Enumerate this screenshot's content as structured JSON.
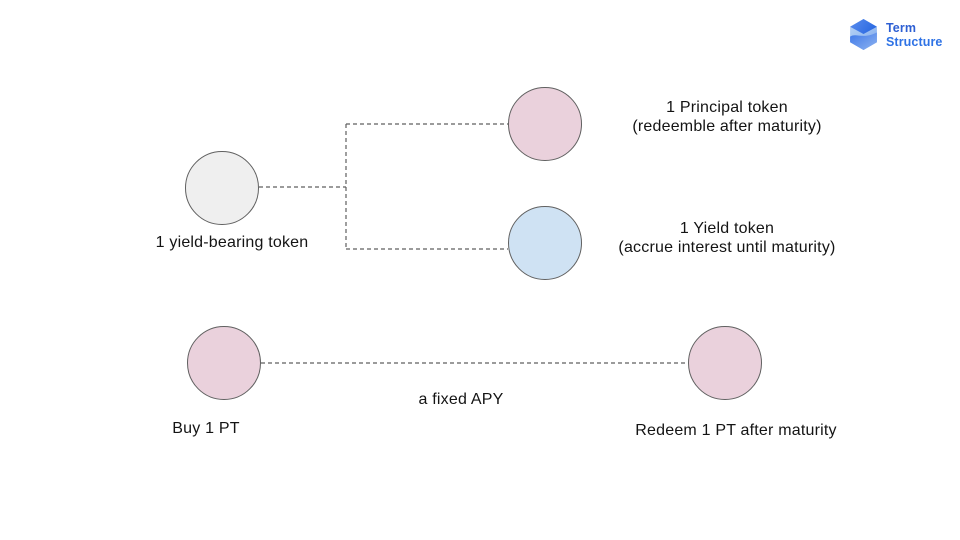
{
  "logo": {
    "name": "Term Structure logo",
    "line1": "Term",
    "line2": "Structure",
    "line1_color": "#2D5FD3",
    "line2_color": "#2E72E5",
    "icon": "cube-hexagon-icon"
  },
  "colors": {
    "background": "#FFFFFF",
    "circle_border": "#606060",
    "connector": "#5F5F5F",
    "text": "#141414",
    "gray_token": "#EFEFEF",
    "pink_token": "#EAD1DC",
    "blue_token": "#CFE2F3"
  },
  "diagram": {
    "split_flow": {
      "source": {
        "label": "1 yield-bearing token",
        "fill": "#EFEFEF"
      },
      "outputs": [
        {
          "title": "1 Principal token",
          "subtitle": "(redeemble after maturity)",
          "fill": "#EAD1DC"
        },
        {
          "title": "1 Yield token",
          "subtitle": "(accrue interest until maturity)",
          "fill": "#CFE2F3"
        }
      ]
    },
    "pt_flow": {
      "start_label": "Buy 1 PT",
      "edge_label": "a fixed APY",
      "end_label": "Redeem 1 PT after maturity",
      "fill": "#EAD1DC"
    }
  }
}
